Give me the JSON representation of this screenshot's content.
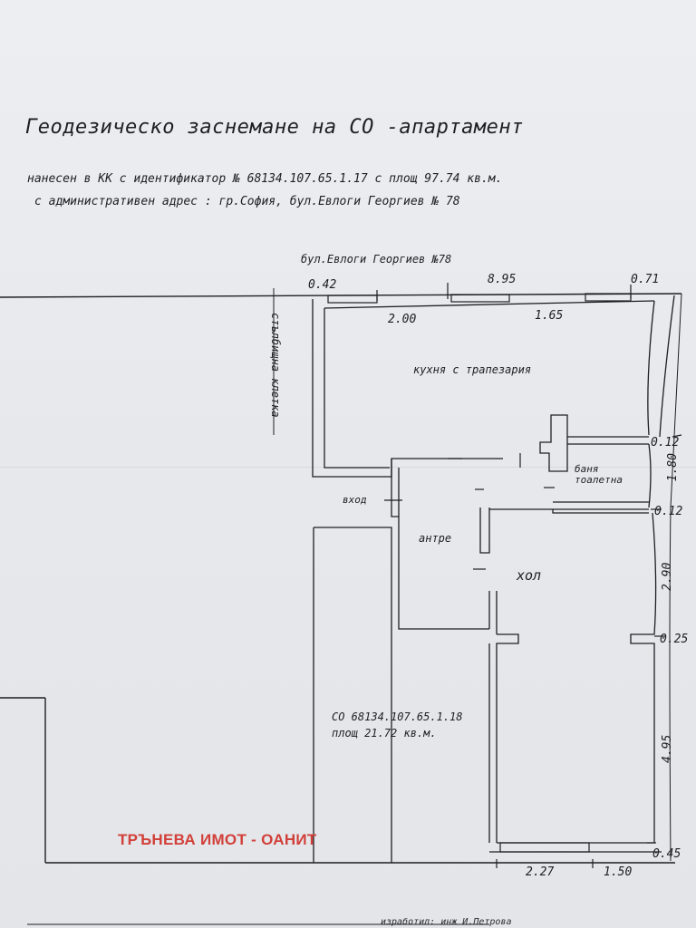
{
  "title": "Геодезическо заснемане на СО -апартамент",
  "subtitle_line1": "нанесен в КК с идентификатор № 68134.107.65.1.17 с площ 97.74 кв.м.",
  "subtitle_line2": "с административен адрес : гр.София, бул.Евлоги Георгиев № 78",
  "street_label": "бул.Евлоги Георгиев №78",
  "stairwell_label": "стълбищна клетка",
  "rooms": {
    "kitchen": "кухня с трапезария",
    "bath_line1": "баня",
    "bath_line2": "тоалетна",
    "entrance": "вход",
    "hall_entry": "антре",
    "living": "хол"
  },
  "neighbor_unit": {
    "line1": "СО 68134.107.65.1.18",
    "line2": "площ 21.72 кв.м."
  },
  "dimensions": {
    "top_left_offset": "0.42",
    "top_total": "8.95",
    "top_right_offset": "0.71",
    "window_left": "2.00",
    "window_right": "1.65",
    "right_wall_1": "0.12",
    "right_bath": "1.80",
    "right_wall_2": "0.12",
    "right_hall": "2.90",
    "right_wall_3": "0.25",
    "right_living": "4.95",
    "right_bottom": "0.45",
    "bottom_left": "2.27",
    "bottom_right": "1.50"
  },
  "watermark": "ТРЪНЕВА ИМОТ - ОАНИТ",
  "footer_text": "изработил: инж И.Петрова"
}
